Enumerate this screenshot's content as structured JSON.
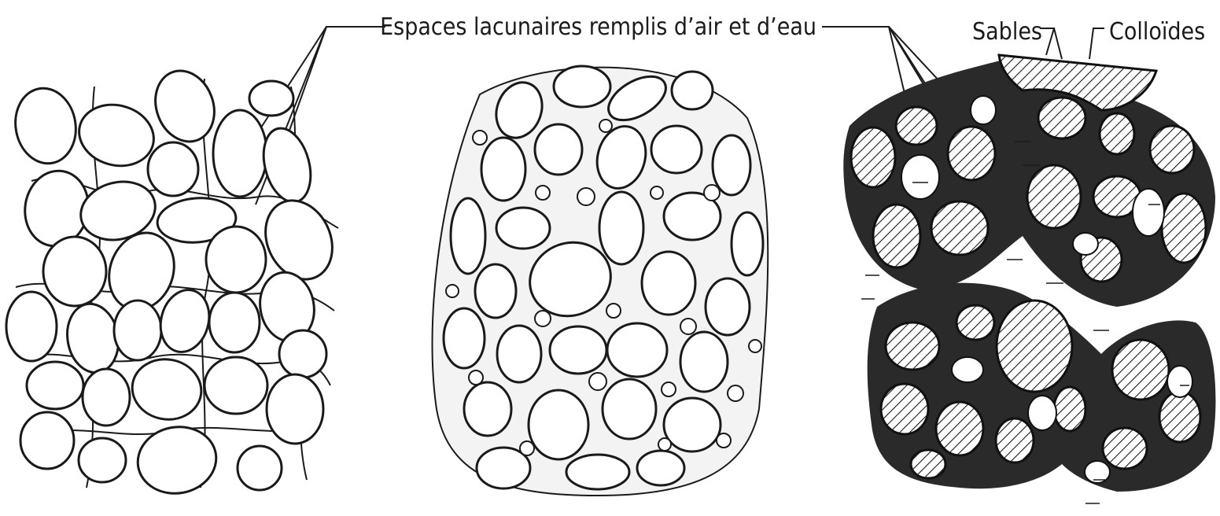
{
  "labels": {
    "pore_spaces": "Espaces lacunaires remplis d’air et d’eau",
    "sands": "Sables",
    "colloids": "Colloïdes"
  }
}
